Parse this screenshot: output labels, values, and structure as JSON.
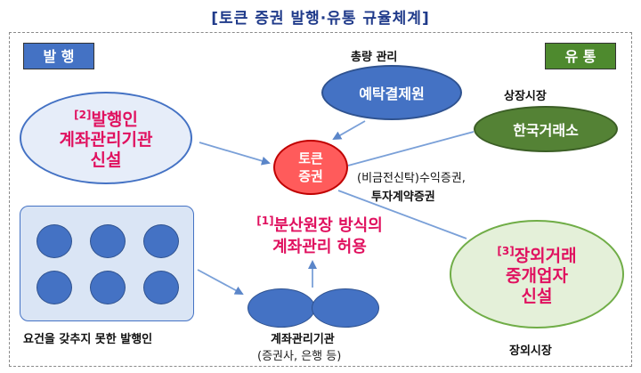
{
  "title": "[토큰 증권 발행·유통 규율체계]",
  "tags": {
    "issuance": "발 행",
    "circulation": "유 통"
  },
  "nodes": {
    "total_mgmt_label": "총량 관리",
    "ksd": "예탁결제원",
    "listed_label": "상장시장",
    "krx": "한국거래소",
    "token_line1": "토큰",
    "token_line2": "증권",
    "securities_line1": "(비금전신탁)수익증권,",
    "securities_line2": "투자계약증권",
    "issuer_sup": "[2]",
    "issuer_line1": "발행인",
    "issuer_line2": "계좌관리기관",
    "issuer_line3": "신설",
    "ledger_sup": "[1]",
    "ledger_line1": "분산원장 방식의",
    "ledger_line2": "계좌관리 허용",
    "otc_sup": "[3]",
    "otc_line1": "장외거래",
    "otc_line2": "중개업자",
    "otc_line3": "신설",
    "unqualified_label": "요건을 갖추지 못한 발행인",
    "acct_label": "계좌관리기관",
    "acct_sub": "(증권사, 은행 등)",
    "otc_market_label": "장외시장"
  },
  "colors": {
    "title": "#1f3a8a",
    "blue": "#4472c4",
    "green": "#548235",
    "token_red": "#ff5b5b",
    "highlight_pink": "#e0115f"
  }
}
